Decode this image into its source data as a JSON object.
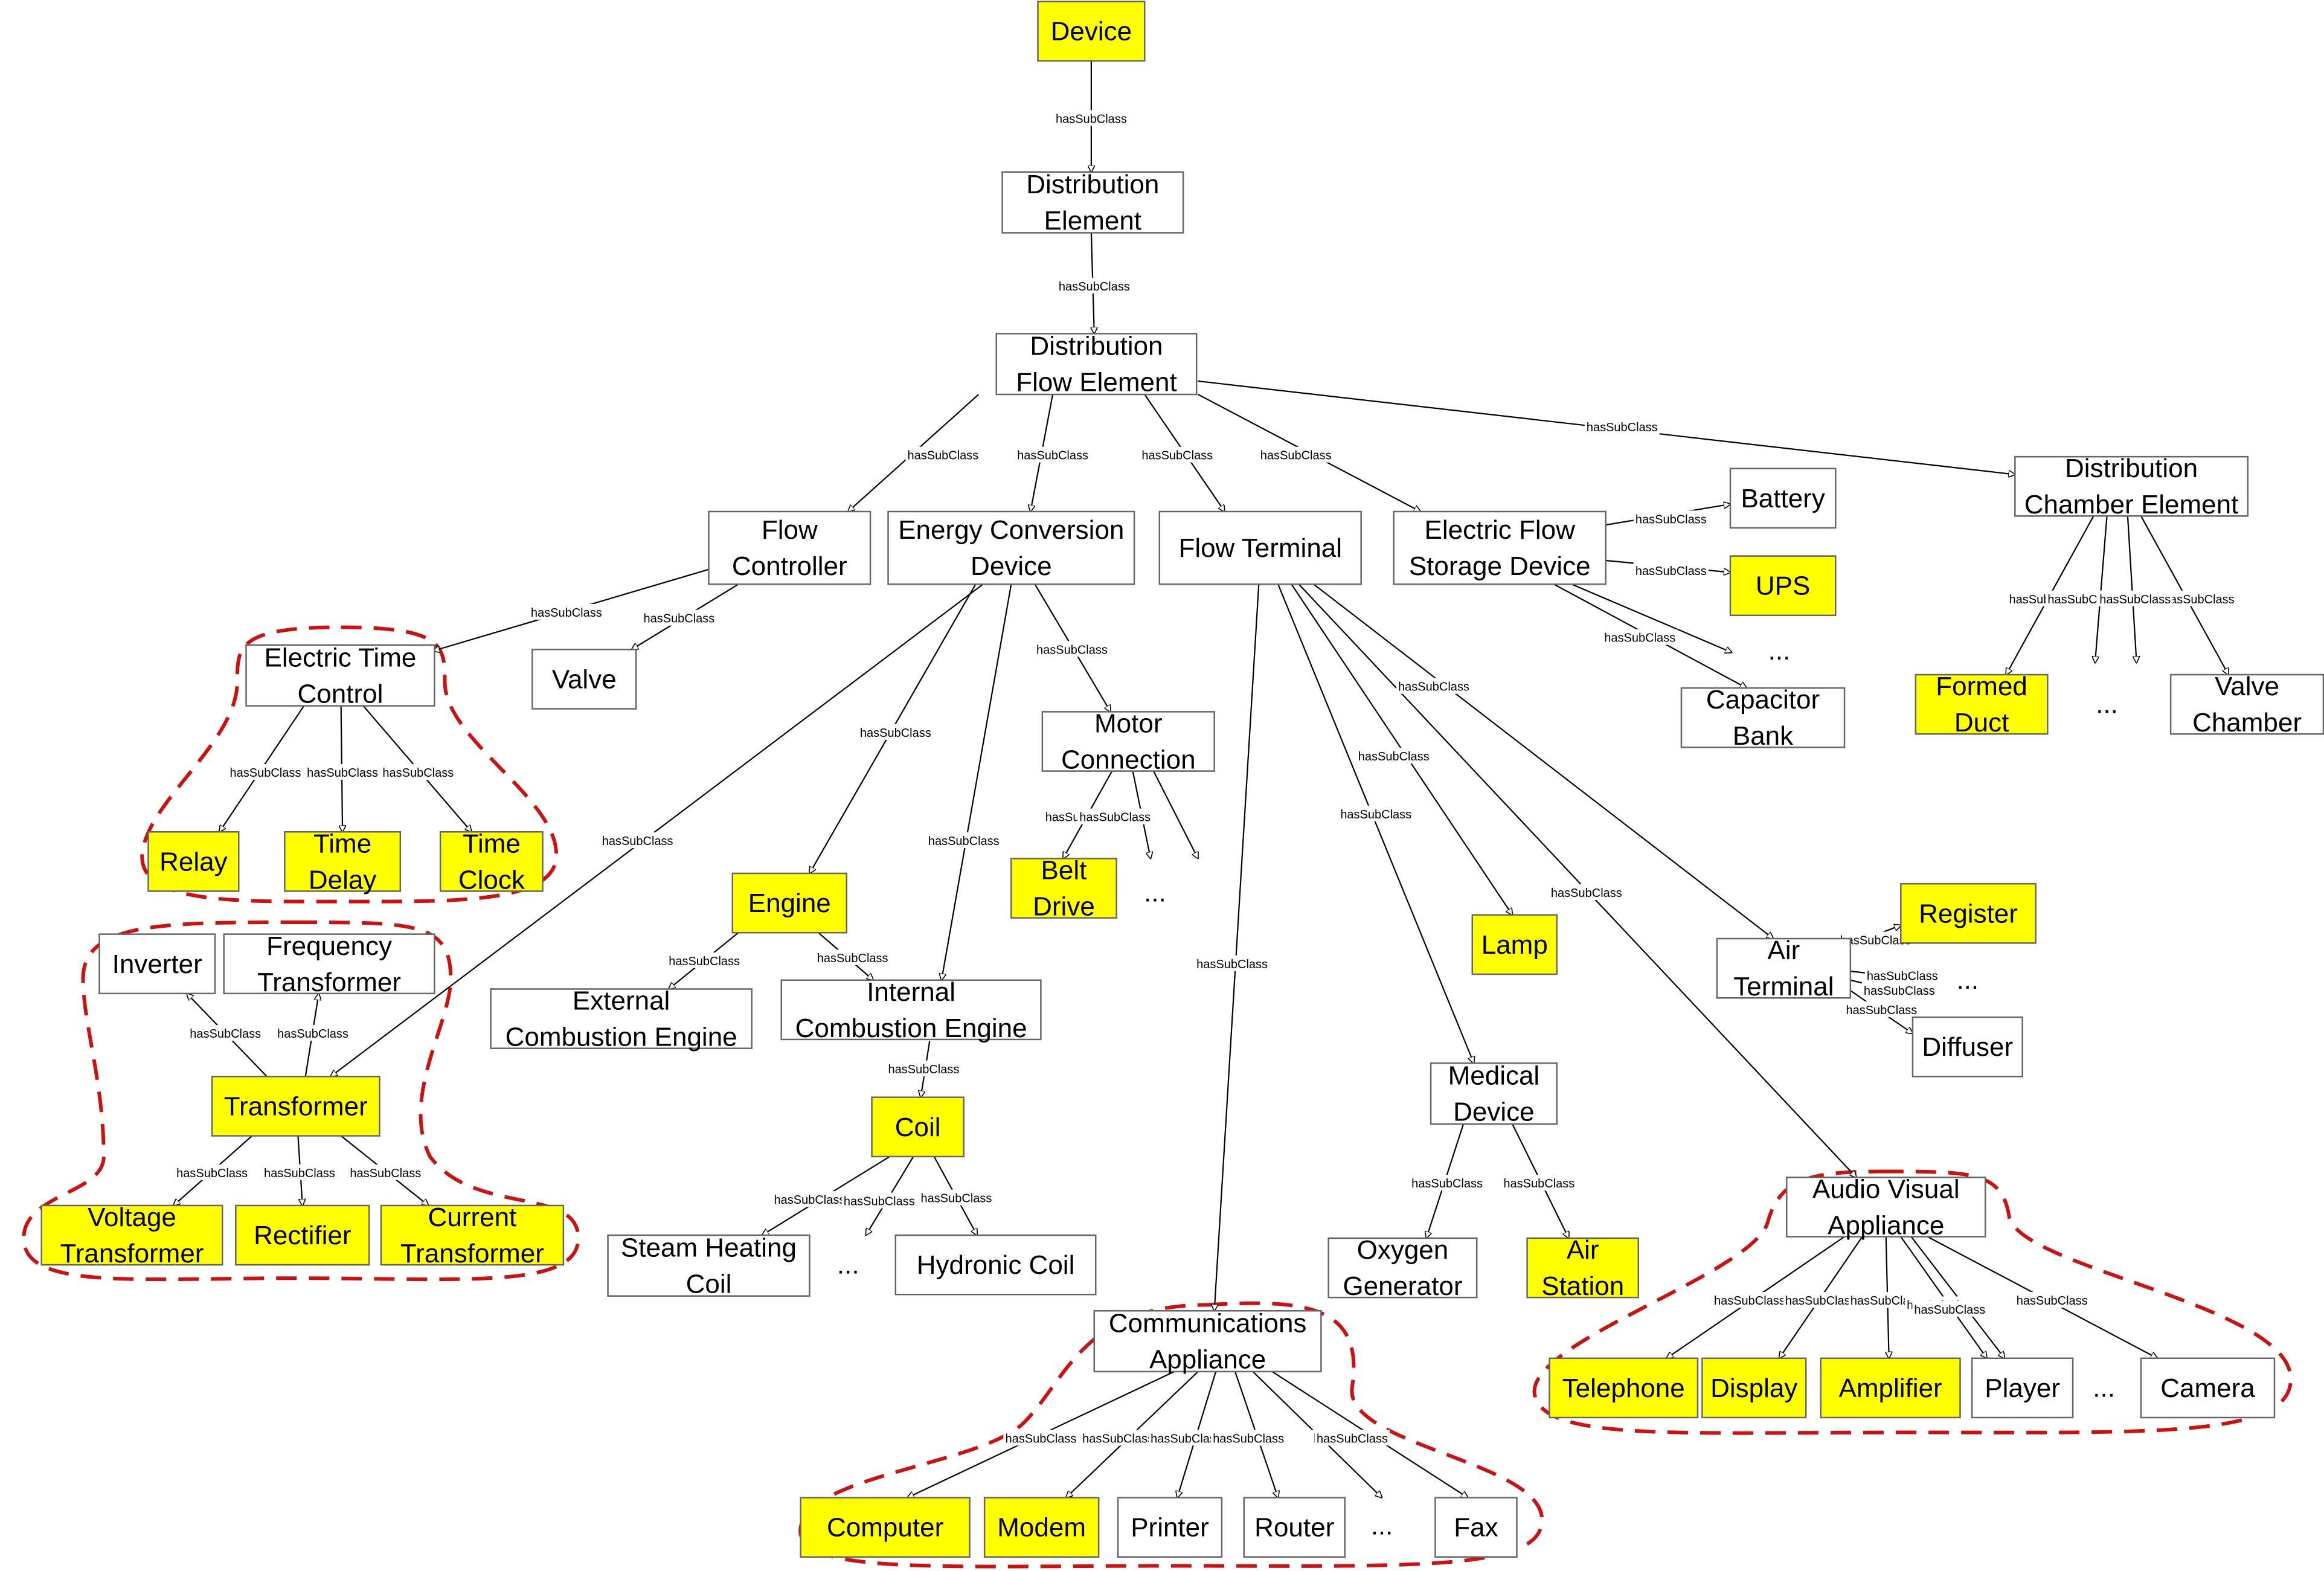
{
  "colors": {
    "highlight": "#ffff00",
    "plain": "#ffffff",
    "group_outline": "#cc1111"
  },
  "edge_label": "hasSubClass",
  "ellipsis": "...",
  "nodes": [
    {
      "id": "device",
      "lines": [
        "Device"
      ],
      "highlight": true
    },
    {
      "id": "distribution-element",
      "lines": [
        "Distribution",
        "Element"
      ],
      "highlight": false
    },
    {
      "id": "distribution-flow-element",
      "lines": [
        "Distribution",
        "Flow Element"
      ],
      "highlight": false
    },
    {
      "id": "flow-controller",
      "lines": [
        "Flow",
        "Controller"
      ],
      "highlight": false
    },
    {
      "id": "energy-conversion-device",
      "lines": [
        "Energy Conversion",
        "Device"
      ],
      "highlight": false
    },
    {
      "id": "flow-terminal",
      "lines": [
        "Flow Terminal"
      ],
      "highlight": false
    },
    {
      "id": "electric-flow-storage-device",
      "lines": [
        "Electric Flow",
        "Storage Device"
      ],
      "highlight": false
    },
    {
      "id": "distribution-chamber-element",
      "lines": [
        "Distribution",
        "Chamber Element"
      ],
      "highlight": false
    },
    {
      "id": "battery",
      "lines": [
        "Battery"
      ],
      "highlight": false
    },
    {
      "id": "ups",
      "lines": [
        "UPS"
      ],
      "highlight": true
    },
    {
      "id": "capacitor-bank",
      "lines": [
        "Capacitor",
        "Bank"
      ],
      "highlight": false
    },
    {
      "id": "formed-duct",
      "lines": [
        "Formed",
        "Duct"
      ],
      "highlight": true
    },
    {
      "id": "valve-chamber",
      "lines": [
        "Valve",
        "Chamber"
      ],
      "highlight": false
    },
    {
      "id": "electric-time-control",
      "lines": [
        "Electric Time",
        "Control"
      ],
      "highlight": false
    },
    {
      "id": "valve",
      "lines": [
        "Valve"
      ],
      "highlight": false
    },
    {
      "id": "relay",
      "lines": [
        "Relay"
      ],
      "highlight": true
    },
    {
      "id": "time-delay",
      "lines": [
        "Time",
        "Delay"
      ],
      "highlight": true
    },
    {
      "id": "time-clock",
      "lines": [
        "Time",
        "Clock"
      ],
      "highlight": true
    },
    {
      "id": "inverter",
      "lines": [
        "Inverter"
      ],
      "highlight": false
    },
    {
      "id": "frequency-transformer",
      "lines": [
        "Frequency",
        "Transformer"
      ],
      "highlight": false
    },
    {
      "id": "transformer",
      "lines": [
        "Transformer"
      ],
      "highlight": true
    },
    {
      "id": "voltage-transformer",
      "lines": [
        "Voltage",
        "Transformer"
      ],
      "highlight": true
    },
    {
      "id": "rectifier",
      "lines": [
        "Rectifier"
      ],
      "highlight": true
    },
    {
      "id": "current-transformer",
      "lines": [
        "Current",
        "Transformer"
      ],
      "highlight": true
    },
    {
      "id": "motor-connection",
      "lines": [
        "Motor",
        "Connection"
      ],
      "highlight": false
    },
    {
      "id": "belt-drive",
      "lines": [
        "Belt",
        "Drive"
      ],
      "highlight": true
    },
    {
      "id": "engine",
      "lines": [
        "Engine"
      ],
      "highlight": true
    },
    {
      "id": "external-combustion-engine",
      "lines": [
        "External",
        "Combustion Engine"
      ],
      "highlight": false
    },
    {
      "id": "internal-combustion-engine",
      "lines": [
        "Internal",
        "Combustion Engine"
      ],
      "highlight": false
    },
    {
      "id": "coil",
      "lines": [
        "Coil"
      ],
      "highlight": true
    },
    {
      "id": "steam-heating-coil",
      "lines": [
        "Steam Heating",
        "Coil"
      ],
      "highlight": false
    },
    {
      "id": "hydronic-coil",
      "lines": [
        "Hydronic Coil"
      ],
      "highlight": false
    },
    {
      "id": "lamp",
      "lines": [
        "Lamp"
      ],
      "highlight": true
    },
    {
      "id": "medical-device",
      "lines": [
        "Medical",
        "Device"
      ],
      "highlight": false
    },
    {
      "id": "oxygen-generator",
      "lines": [
        "Oxygen",
        "Generator"
      ],
      "highlight": false
    },
    {
      "id": "air-station",
      "lines": [
        "Air",
        "Station"
      ],
      "highlight": true
    },
    {
      "id": "air-terminal",
      "lines": [
        "Air",
        "Terminal"
      ],
      "highlight": false
    },
    {
      "id": "register",
      "lines": [
        "Register"
      ],
      "highlight": true
    },
    {
      "id": "diffuser",
      "lines": [
        "Diffuser"
      ],
      "highlight": false
    },
    {
      "id": "audio-visual-appliance",
      "lines": [
        "Audio Visual",
        "Appliance"
      ],
      "highlight": false
    },
    {
      "id": "telephone",
      "lines": [
        "Telephone"
      ],
      "highlight": true
    },
    {
      "id": "display",
      "lines": [
        "Display"
      ],
      "highlight": true
    },
    {
      "id": "amplifier",
      "lines": [
        "Amplifier"
      ],
      "highlight": true
    },
    {
      "id": "player",
      "lines": [
        "Player"
      ],
      "highlight": false
    },
    {
      "id": "camera",
      "lines": [
        "Camera"
      ],
      "highlight": false
    },
    {
      "id": "communications-appliance",
      "lines": [
        "Communications",
        "Appliance"
      ],
      "highlight": false
    },
    {
      "id": "computer",
      "lines": [
        "Computer"
      ],
      "highlight": true
    },
    {
      "id": "modem",
      "lines": [
        "Modem"
      ],
      "highlight": true
    },
    {
      "id": "printer",
      "lines": [
        "Printer"
      ],
      "highlight": false
    },
    {
      "id": "router",
      "lines": [
        "Router"
      ],
      "highlight": false
    },
    {
      "id": "fax",
      "lines": [
        "Fax"
      ],
      "highlight": false
    }
  ],
  "edges": [
    {
      "from": "device",
      "to": "distribution-element"
    },
    {
      "from": "distribution-element",
      "to": "distribution-flow-element"
    },
    {
      "from": "distribution-flow-element",
      "to": "flow-controller"
    },
    {
      "from": "distribution-flow-element",
      "to": "energy-conversion-device"
    },
    {
      "from": "distribution-flow-element",
      "to": "flow-terminal"
    },
    {
      "from": "distribution-flow-element",
      "to": "electric-flow-storage-device"
    },
    {
      "from": "distribution-flow-element",
      "to": "distribution-chamber-element"
    },
    {
      "from": "electric-flow-storage-device",
      "to": "battery"
    },
    {
      "from": "electric-flow-storage-device",
      "to": "ups"
    },
    {
      "from": "electric-flow-storage-device",
      "to": "capacitor-bank"
    },
    {
      "from": "distribution-chamber-element",
      "to": "formed-duct"
    },
    {
      "from": "distribution-chamber-element",
      "to": "valve-chamber"
    },
    {
      "from": "flow-controller",
      "to": "electric-time-control"
    },
    {
      "from": "flow-controller",
      "to": "valve"
    },
    {
      "from": "electric-time-control",
      "to": "relay"
    },
    {
      "from": "electric-time-control",
      "to": "time-delay"
    },
    {
      "from": "electric-time-control",
      "to": "time-clock"
    },
    {
      "from": "energy-conversion-device",
      "to": "transformer"
    },
    {
      "from": "energy-conversion-device",
      "to": "engine"
    },
    {
      "from": "energy-conversion-device",
      "to": "internal-combustion-engine"
    },
    {
      "from": "energy-conversion-device",
      "to": "motor-connection"
    },
    {
      "from": "transformer",
      "to": "inverter"
    },
    {
      "from": "transformer",
      "to": "frequency-transformer"
    },
    {
      "from": "transformer",
      "to": "voltage-transformer"
    },
    {
      "from": "transformer",
      "to": "rectifier"
    },
    {
      "from": "transformer",
      "to": "current-transformer"
    },
    {
      "from": "motor-connection",
      "to": "belt-drive"
    },
    {
      "from": "engine",
      "to": "external-combustion-engine"
    },
    {
      "from": "engine",
      "to": "internal-combustion-engine"
    },
    {
      "from": "internal-combustion-engine",
      "to": "coil"
    },
    {
      "from": "coil",
      "to": "steam-heating-coil"
    },
    {
      "from": "coil",
      "to": "hydronic-coil"
    },
    {
      "from": "flow-terminal",
      "to": "communications-appliance"
    },
    {
      "from": "flow-terminal",
      "to": "medical-device"
    },
    {
      "from": "flow-terminal",
      "to": "lamp"
    },
    {
      "from": "flow-terminal",
      "to": "audio-visual-appliance"
    },
    {
      "from": "flow-terminal",
      "to": "air-terminal"
    },
    {
      "from": "medical-device",
      "to": "oxygen-generator"
    },
    {
      "from": "medical-device",
      "to": "air-station"
    },
    {
      "from": "air-terminal",
      "to": "register"
    },
    {
      "from": "air-terminal",
      "to": "diffuser"
    },
    {
      "from": "audio-visual-appliance",
      "to": "telephone"
    },
    {
      "from": "audio-visual-appliance",
      "to": "display"
    },
    {
      "from": "audio-visual-appliance",
      "to": "amplifier"
    },
    {
      "from": "audio-visual-appliance",
      "to": "player"
    },
    {
      "from": "audio-visual-appliance",
      "to": "camera"
    },
    {
      "from": "communications-appliance",
      "to": "computer"
    },
    {
      "from": "communications-appliance",
      "to": "modem"
    },
    {
      "from": "communications-appliance",
      "to": "printer"
    },
    {
      "from": "communications-appliance",
      "to": "router"
    },
    {
      "from": "communications-appliance",
      "to": "fax"
    }
  ],
  "ellipsis_edges": [
    {
      "from": "electric-flow-storage-device"
    },
    {
      "from": "distribution-chamber-element"
    },
    {
      "from": "distribution-chamber-element"
    },
    {
      "from": "motor-connection"
    },
    {
      "from": "motor-connection"
    },
    {
      "from": "coil"
    },
    {
      "from": "air-terminal"
    },
    {
      "from": "air-terminal"
    },
    {
      "from": "audio-visual-appliance"
    },
    {
      "from": "communications-appliance"
    }
  ],
  "ellipses": [
    {
      "id": "storage-more"
    },
    {
      "id": "chamber-more"
    },
    {
      "id": "motor-more"
    },
    {
      "id": "coil-more"
    },
    {
      "id": "air-terminal-more"
    },
    {
      "id": "av-more"
    },
    {
      "id": "comm-more"
    }
  ],
  "groups": [
    {
      "id": "electric-time-control-group"
    },
    {
      "id": "transformer-group"
    },
    {
      "id": "communications-group"
    },
    {
      "id": "audio-visual-group"
    }
  ]
}
